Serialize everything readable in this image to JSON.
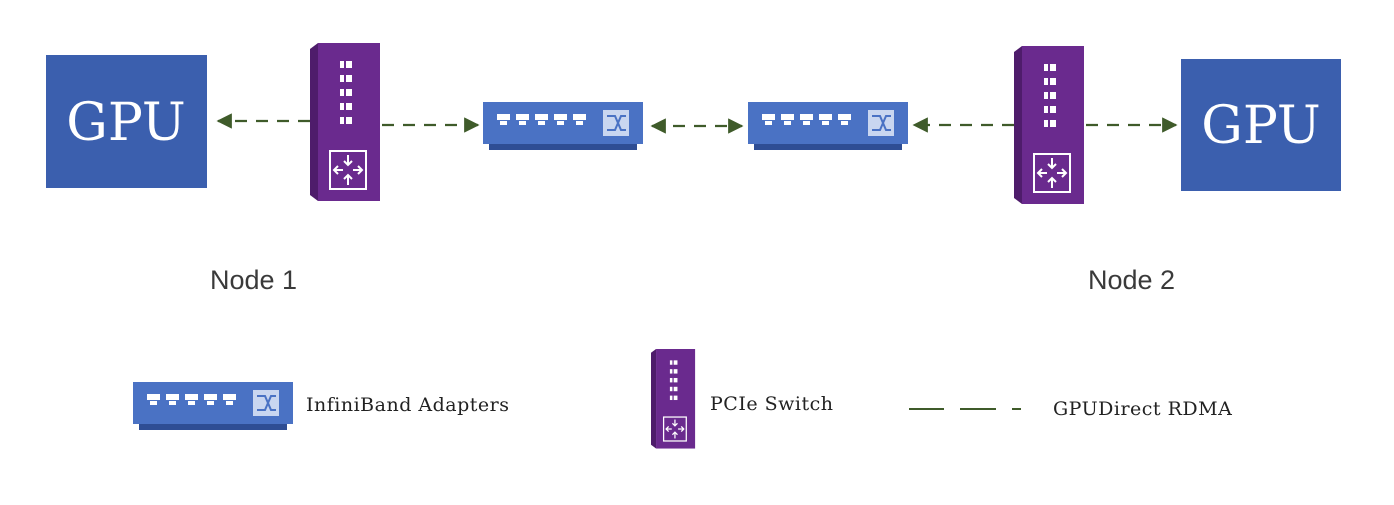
{
  "nodes": [
    {
      "label": "Node 1",
      "gpu_label": "GPU"
    },
    {
      "label": "Node 2",
      "gpu_label": "GPU"
    }
  ],
  "legend": {
    "infiniband": "InfiniBand Adapters",
    "pcie": "PCIe Switch",
    "rdma": "GPUDirect RDMA"
  },
  "colors": {
    "gpu_fill": "#3b5fae",
    "adapter_fill": "#4a72c4",
    "adapter_shadow": "#2e4d94",
    "pcie_fill": "#6a2a8e",
    "pcie_edge": "#4e1c6b",
    "link": "#3f5b2a"
  },
  "icons": {
    "adapter": "infiniband-adapter-icon",
    "pcie": "pcie-switch-icon",
    "shuffle": "shuffle-icon",
    "router": "router-arrows-icon"
  }
}
